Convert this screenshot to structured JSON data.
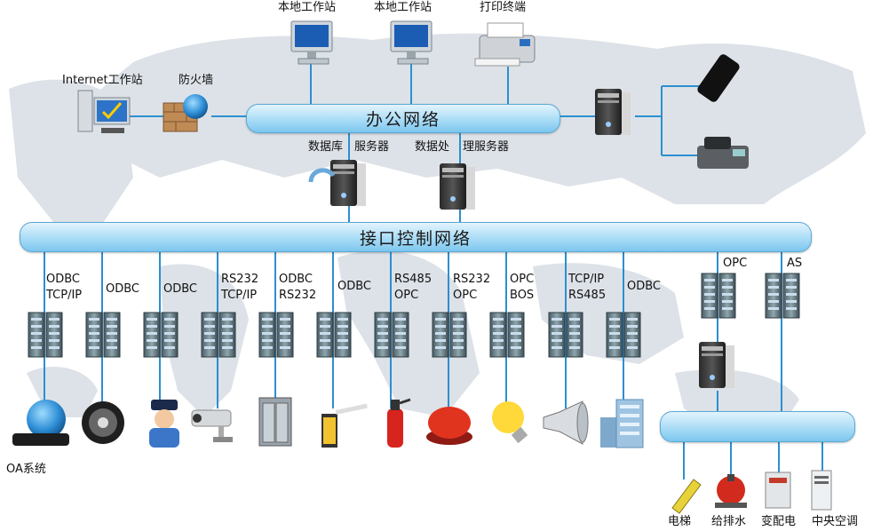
{
  "office_bus": {
    "label": "办公网络"
  },
  "control_bus": {
    "label": "接口控制网络"
  },
  "top_devices": {
    "workstation_1": "本地工作站",
    "workstation_2": "本地工作站",
    "printer": "打印终端",
    "internet_station": "Internet工作站",
    "firewall": "防火墙"
  },
  "servers": {
    "database_label_a": "数据库",
    "database_label_b": "服务器",
    "processing_label_a": "数据处",
    "processing_label_b": "理服务器"
  },
  "interfaces": [
    {
      "l1": "ODBC",
      "l2": "TCP/IP"
    },
    {
      "l1": "ODBC",
      "l2": ""
    },
    {
      "l1": "ODBC",
      "l2": ""
    },
    {
      "l1": "RS232",
      "l2": "TCP/IP"
    },
    {
      "l1": "ODBC",
      "l2": "RS232"
    },
    {
      "l1": "ODBC",
      "l2": ""
    },
    {
      "l1": "RS485",
      "l2": "OPC"
    },
    {
      "l1": "RS232",
      "l2": "OPC"
    },
    {
      "l1": "OPC",
      "l2": "BOS"
    },
    {
      "l1": "TCP/IP",
      "l2": "RS485"
    },
    {
      "l1": "ODBC",
      "l2": ""
    }
  ],
  "right_interfaces": {
    "a": "OPC",
    "b": "AS"
  },
  "oa_system": "OA系统",
  "subsystems": {
    "elevator": "电梯",
    "water": "给排水",
    "power": "变配电",
    "hvac": "中央空调"
  },
  "colors": {
    "line": "#2c8fd0",
    "bus_top": "#e3f4fd",
    "bus_bottom": "#7cc6ee",
    "map": "#d9dee4"
  }
}
